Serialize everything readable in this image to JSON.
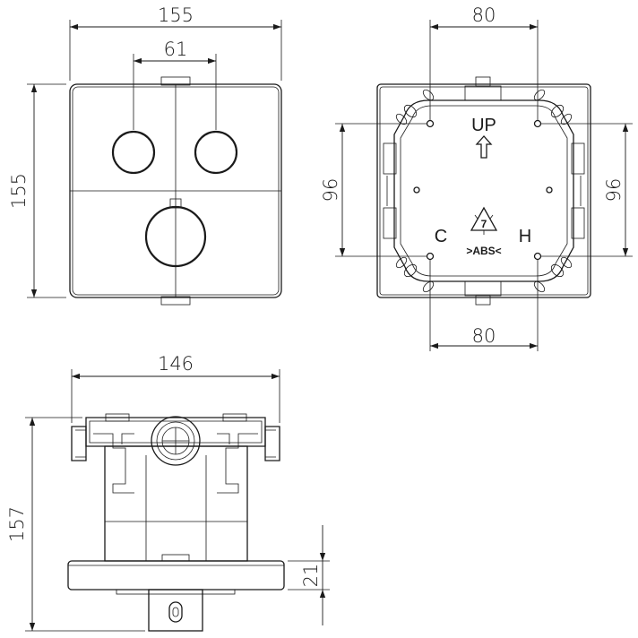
{
  "front_view": {
    "width_dim": "155",
    "height_dim": "155",
    "button_spacing_dim": "61"
  },
  "back_view": {
    "top_width_dim": "80",
    "bottom_width_dim": "80",
    "left_height_dim": "96",
    "right_height_dim": "96",
    "up_label": "UP",
    "cold_label": "C",
    "hot_label": "H",
    "recycle_number": "7",
    "material_label": ">ABS<"
  },
  "side_view": {
    "width_dim": "146",
    "total_height_dim": "157",
    "plate_depth_dim": "21"
  }
}
